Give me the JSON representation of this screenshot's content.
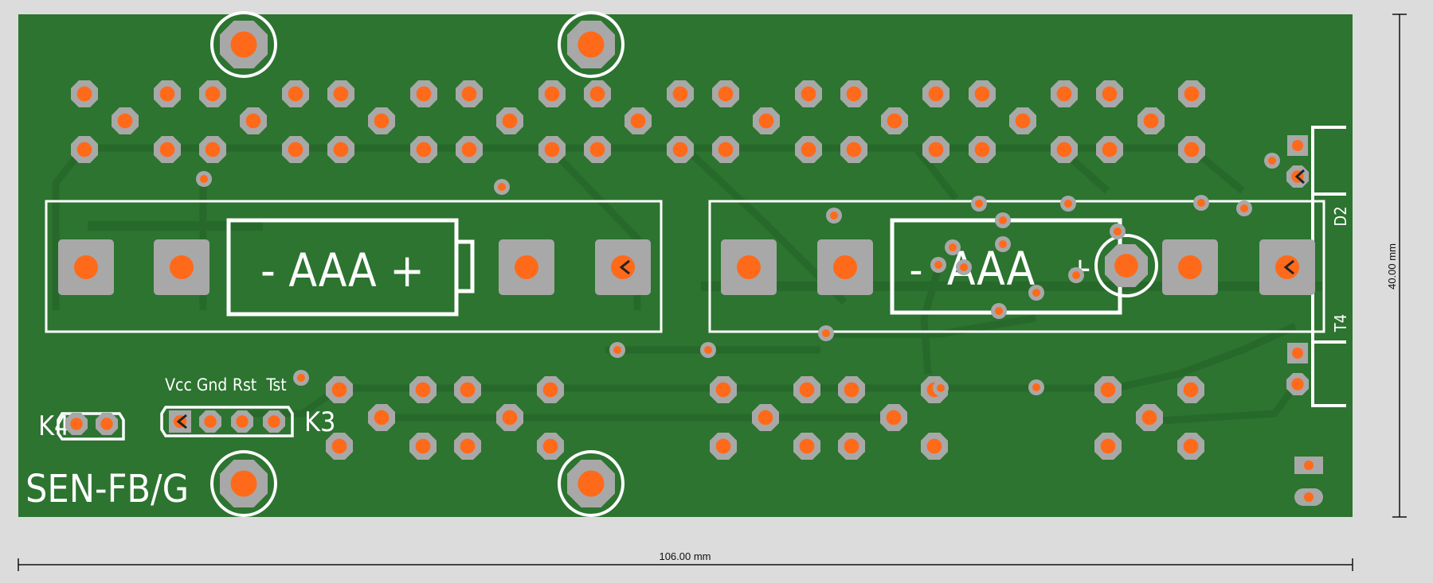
{
  "board": {
    "name": "SEN-FB/G",
    "colors": {
      "background": "#dcdcdc",
      "board": "#2c7430",
      "trace": "#246a28",
      "pad": "#a8a8a8",
      "drill": "#ff6a1a",
      "silk": "#ffffff"
    }
  },
  "dimensions": {
    "width_label": "106.00 mm",
    "height_label": "40.00 mm"
  },
  "silkscreen": {
    "battery_left": "- AAA +",
    "battery_right_minus": "-",
    "battery_right_text": "AAA",
    "battery_right_plus": "+",
    "k3_label": "K3",
    "k4_label": "K4",
    "header_pins": [
      "Vcc",
      "Gnd",
      "Rst",
      "Tst"
    ],
    "d2_label": "D2",
    "t4_label": "T4"
  }
}
